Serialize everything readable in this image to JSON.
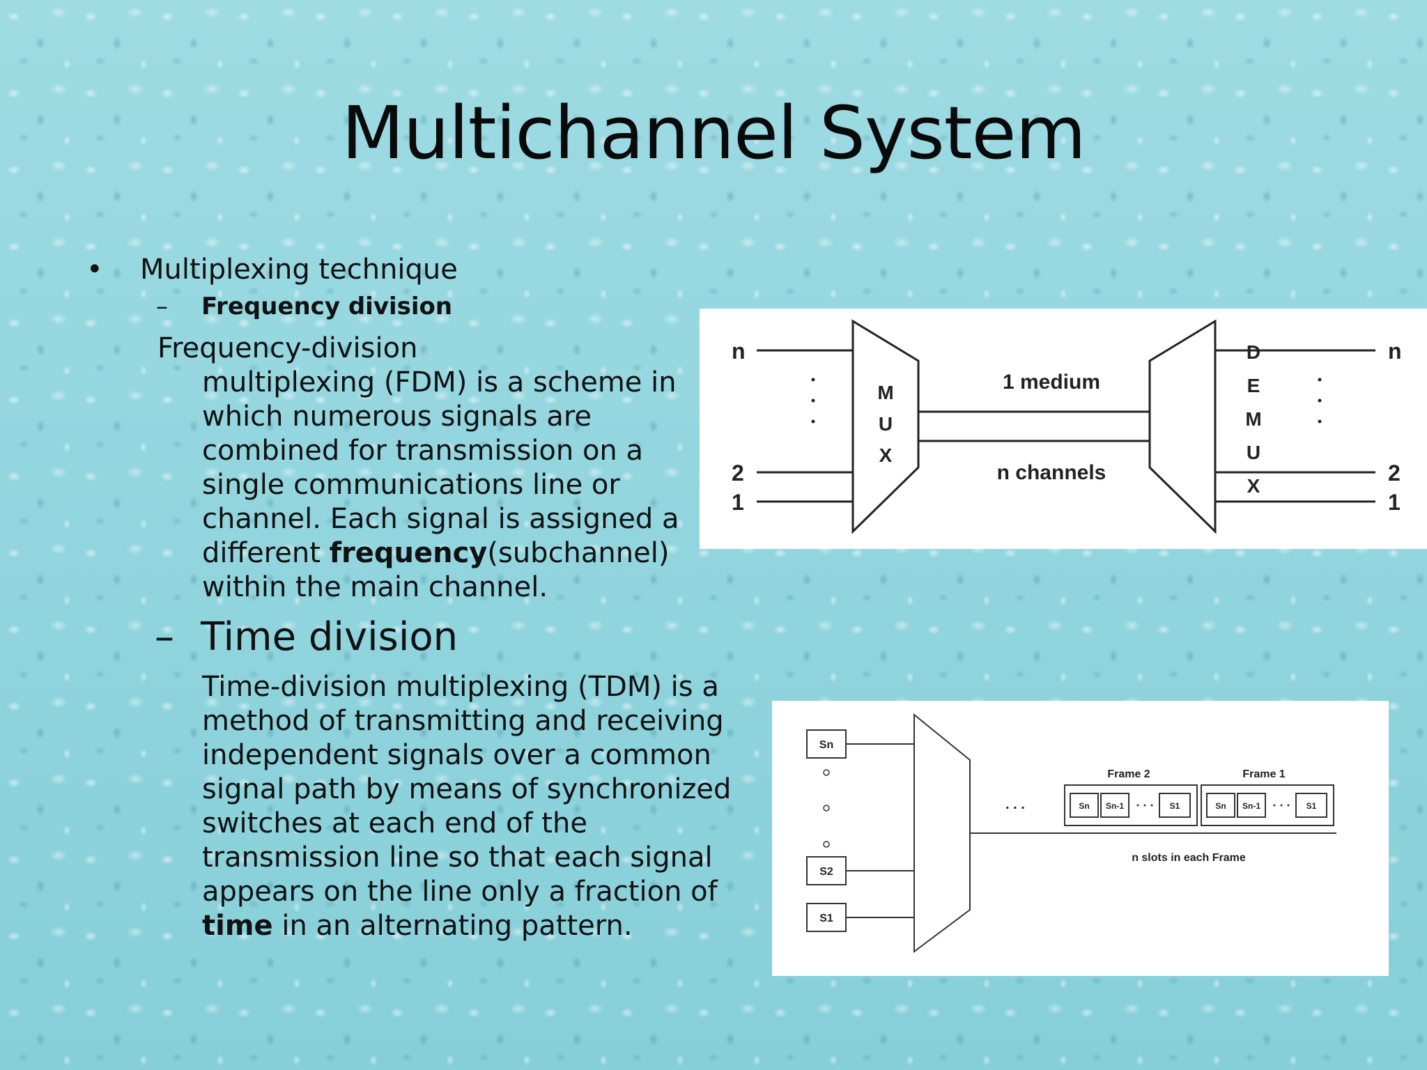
{
  "slide": {
    "title": "Multichannel System",
    "bullet": "Multiplexing technique",
    "fdm": {
      "subheading": "Frequency division",
      "line_first": "Frequency-division",
      "line_rest_before": "multiplexing (FDM) is a scheme in which numerous signals are combined for transmission on a single communications line or channel. Each signal is assigned a different ",
      "bold_word": "frequency",
      "line_rest_after": "(subchannel) within the main channel."
    },
    "tdm": {
      "subheading": "Time division",
      "text_before": "Time-division multiplexing (TDM) is a method of transmitting and receiving independent signals over a common signal path by means of synchronized switches at each end of the transmission line so that each signal appears on the line only a fraction of ",
      "bold_word": "time",
      "text_after": " in an alternating pattern."
    }
  },
  "fdm_diagram": {
    "mux_letters": [
      "M",
      "U",
      "X"
    ],
    "demux_letters": [
      "D",
      "E",
      "M",
      "U",
      "X"
    ],
    "left_labels": [
      "n",
      "2",
      "1"
    ],
    "right_labels": [
      "n",
      "2",
      "1"
    ],
    "medium_label": "1 medium",
    "channels_label": "n channels"
  },
  "tdm_diagram": {
    "sources": [
      "Sn",
      "S2",
      "S1"
    ],
    "frame2_label": "Frame 2",
    "frame1_label": "Frame 1",
    "slot_labels": [
      "Sn",
      "Sn-1",
      "S1"
    ],
    "dots": ". . .",
    "slots_caption": "n slots in each Frame"
  }
}
